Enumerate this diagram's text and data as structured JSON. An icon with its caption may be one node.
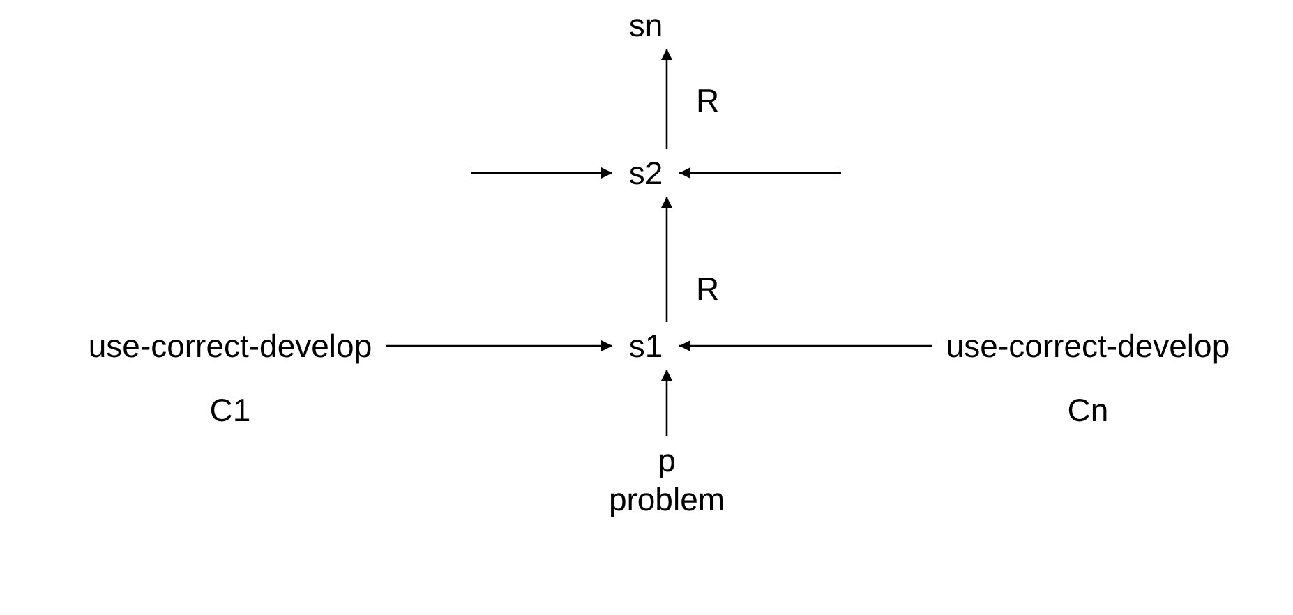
{
  "diagram": {
    "nodes": [
      {
        "text": [
          "sn"
        ]
      },
      {
        "text": [
          "s2"
        ]
      },
      {
        "text": [
          "use-correct-develop",
          "C1"
        ]
      },
      {
        "text": [
          "s1"
        ]
      },
      {
        "text": [
          "use-correct-develop",
          "Cn"
        ]
      },
      {
        "text": [
          "p",
          "problem"
        ]
      }
    ],
    "edges": [
      {
        "from": 1,
        "to": 0,
        "arrow": "to",
        "label": "R"
      },
      {
        "from": 3,
        "to": 1,
        "arrow": "to",
        "label": "R"
      },
      {
        "from": null,
        "to": 1,
        "arrow": "to"
      },
      {
        "from": null,
        "to": 1,
        "arrow": "to"
      },
      {
        "from": 2,
        "to": 3,
        "arrow": "to"
      },
      {
        "from": 4,
        "to": 3,
        "arrow": "to"
      },
      {
        "from": 5,
        "to": 3,
        "arrow": "to"
      }
    ]
  }
}
